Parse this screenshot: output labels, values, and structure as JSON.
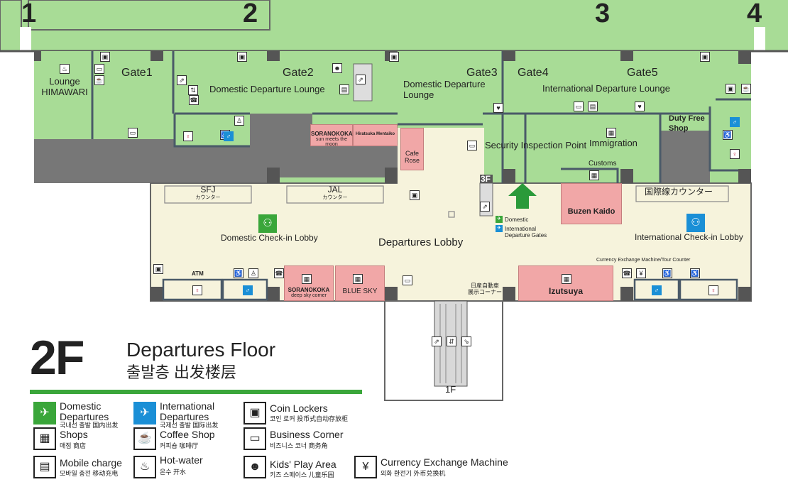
{
  "gates_top": [
    "1",
    "2",
    "3",
    "4"
  ],
  "gate_labels": [
    "Gate1",
    "Gate2",
    "Gate3",
    "Gate4",
    "Gate5"
  ],
  "areas": {
    "lounge_himawari": "Lounge\nHIMAWARI",
    "domestic_departure_lounge_1": "Domestic Departure Lounge",
    "domestic_departure_lounge_2": "Domestic Departure\nLounge",
    "international_departure_lounge": "International Departure Lounge",
    "security": "Security Inspection Point",
    "immigration": "Immigration",
    "customs": "Customs",
    "three_f": "3F",
    "departures_lobby": "Departures Lobby",
    "domestic_checkin": "Domestic Check-in Lobby",
    "international_checkin": "International Check-in Lobby",
    "sfj": "SFJ",
    "sfj_sub": "カウンター",
    "jal": "JAL",
    "jal_sub": "カウンター",
    "intl_counter": "国際線カウンター",
    "currency_tour": "Currency Exchange Machine/Tour Counter",
    "rental_car": "日産自動車\n展示コーナー",
    "one_f": "1F",
    "atm": "ATM",
    "domestic_gates_arrow": "Domestic",
    "intl_gates_arrow": "International\nDeparture Gates"
  },
  "shops": {
    "soranokoka_top": "SORANOKOKA",
    "soranokoka_top_sub": "sun meets the moon",
    "hiratsuka": "Hiratsuka Mentaiko",
    "cafe_rose": "Cafe\nRose",
    "duty_free": "Duty Free\nShop",
    "buzen_kaido": "Buzen Kaido",
    "soranokoka_bottom": "SORANOKOKA",
    "soranokoka_bottom_sub": "deep sky corner",
    "blue_sky": "BLUE SKY",
    "izutsuya": "Izutsuya"
  },
  "floor_title": {
    "number": "2F",
    "english": "Departures Floor",
    "asian": "출발층  出发楼层"
  },
  "legend": [
    {
      "title": "Domestic\nDepartures",
      "sub": "국내선 출발   国内出发",
      "icon": "domestic-departures-icon"
    },
    {
      "title": "International\nDepartures",
      "sub": "국제선 출발   国际出发",
      "icon": "international-departures-icon"
    },
    {
      "title": "Coin Lockers",
      "sub": "코인 로커   投币式自动存放柜",
      "icon": "coin-locker-icon"
    },
    {
      "title": "Shops",
      "sub": "매점   商店",
      "icon": "shop-icon"
    },
    {
      "title": "Coffee Shop",
      "sub": "커피숍   咖啡厅",
      "icon": "coffee-icon"
    },
    {
      "title": "Business Corner",
      "sub": "비즈니스 코너   商务角",
      "icon": "business-corner-icon"
    },
    {
      "title": "Mobile charge",
      "sub": "모바일 충전   移动充电",
      "icon": "mobile-charge-icon"
    },
    {
      "title": "Hot-water",
      "sub": "온수   开水",
      "icon": "hot-water-icon"
    },
    {
      "title": "Kids' Play Area",
      "sub": "키즈 스페이스   儿童乐园",
      "icon": "kids-play-icon"
    },
    {
      "title": "Currency Exchange Machine",
      "sub": "외화 환전기   外币兑换机",
      "icon": "currency-exchange-icon"
    }
  ],
  "colors": {
    "airside_green": "#a8dc96",
    "wall_gray": "#777777",
    "lobby_cream": "#f6f3dc",
    "shop_pink": "#f1a7a7",
    "domestic_green": "#3aa63a",
    "international_blue": "#1a8fd6"
  }
}
